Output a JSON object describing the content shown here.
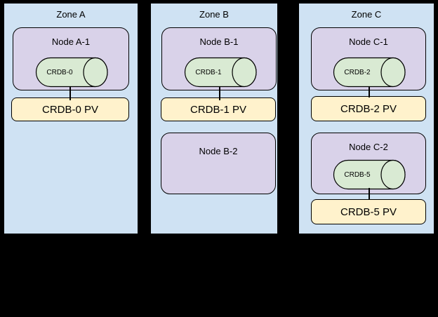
{
  "colors": {
    "background": "#000000",
    "zone_fill": "#cfe2f3",
    "node_fill": "#d9d2e9",
    "pod_fill": "#d9ead3",
    "pv_fill": "#fff2cc",
    "outline": "#000000"
  },
  "zones": [
    {
      "title": "Zone A",
      "nodes": [
        {
          "label": "Node A-1",
          "pod_label": "CRDB-0"
        }
      ],
      "pvs": [
        {
          "label": "CRDB-0 PV"
        }
      ]
    },
    {
      "title": "Zone B",
      "nodes": [
        {
          "label": "Node B-1",
          "pod_label": "CRDB-1"
        },
        {
          "label": "Node B-2"
        }
      ],
      "pvs": [
        {
          "label": "CRDB-1 PV"
        }
      ]
    },
    {
      "title": "Zone C",
      "nodes": [
        {
          "label": "Node C-1",
          "pod_label": "CRDB-2"
        },
        {
          "label": "Node C-2",
          "pod_label": "CRDB-5"
        }
      ],
      "pvs": [
        {
          "label": "CRDB-2 PV"
        },
        {
          "label": "CRDB-5 PV"
        }
      ]
    }
  ]
}
